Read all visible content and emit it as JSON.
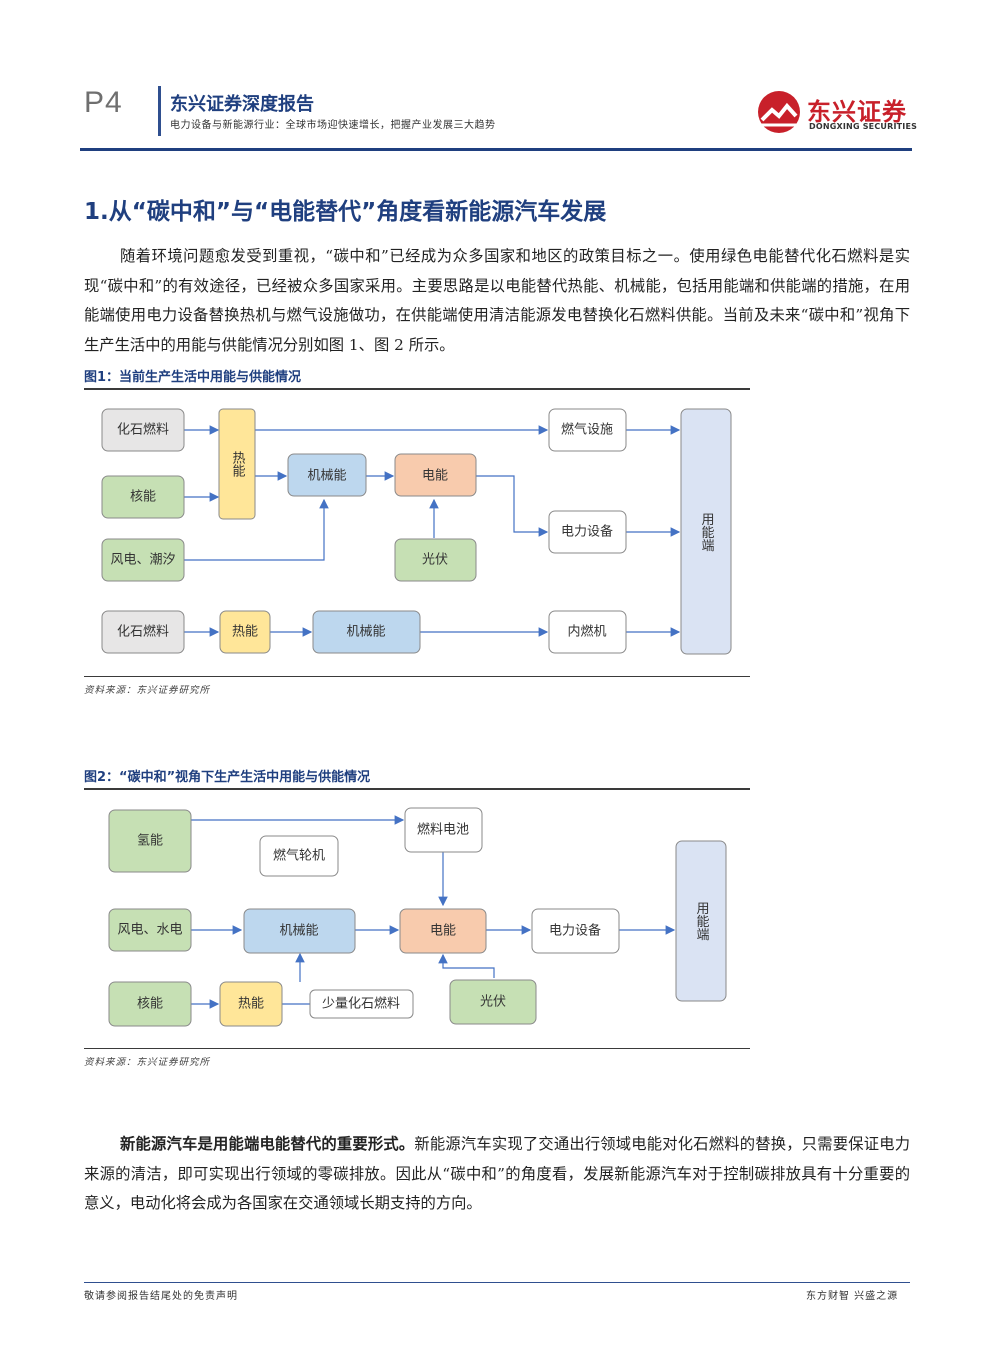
{
  "header": {
    "page": "P4",
    "title": "东兴证券深度报告",
    "subtitle": "电力设备与新能源行业：全球市场迎快速增长，把握产业发展三大趋势",
    "logo_name": "东兴证券",
    "logo_en": "DONGXING SECURITIES"
  },
  "section_title": "1.从“碳中和”与“电能替代”角度看新能源汽车发展",
  "paragraph1": "随着环境问题愈发受到重视，“碳中和”已经成为众多国家和地区的政策目标之一。使用绿色电能替代化石燃料是实现“碳中和”的有效途径，已经被众多国家采用。主要思路是以电能替代热能、机械能，包括用能端和供能端的措施，在用能端使用电力设备替换热机与燃气设施做功，在供能端使用清洁能源发电替换化石燃料供能。当前及未来“碳中和”视角下生产生活中的用能与供能情况分别如图 1、图 2 所示。",
  "figure1": {
    "caption": "图1：当前生产生活中用能与供能情况",
    "source": "资料来源：东兴证券研究所",
    "nodes": {
      "fossil1": "化石燃料",
      "nuclear": "核能",
      "wind_tide": "风电、潮汐",
      "thermal": "热能",
      "mechanical": "机械能",
      "electric": "电能",
      "pv": "光伏",
      "gas_facility": "燃气设施",
      "elec_equipment": "电力设备",
      "user_end": "用能端",
      "fossil2": "化石燃料",
      "thermal2": "热能",
      "mechanical2": "机械能",
      "ice": "内燃机"
    }
  },
  "figure2": {
    "caption": "图2：“碳中和”视角下生产生活中用能与供能情况",
    "source": "资料来源：东兴证券研究所",
    "nodes": {
      "hydrogen": "氢能",
      "gas_turbine": "燃气轮机",
      "fuel_cell": "燃料电池",
      "wind_hydro": "风电、水电",
      "mechanical": "机械能",
      "electric": "电能",
      "elec_equipment": "电力设备",
      "user_end": "用能端",
      "nuclear": "核能",
      "thermal": "热能",
      "small_fossil": "少量化石燃料",
      "pv": "光伏"
    }
  },
  "paragraph2_bold": "新能源汽车是用能端电能替代的重要形式。",
  "paragraph2_rest": "新能源汽车实现了交通出行领域电能对化石燃料的替换，只需要保证电力来源的清洁，即可实现出行领域的零碳排放。因此从“碳中和”的角度看，发展新能源汽车对于控制碳排放具有十分重要的意义，电动化将会成为各国家在交通领域长期支持的方向。",
  "footer": {
    "left": "敬请参阅报告结尾处的免责声明",
    "right": "东方财智 兴盛之源"
  },
  "colors": {
    "navy": "#1f3f7f",
    "logo_red": "#c8202a",
    "green_box": "#c6e0b4",
    "yellow_box": "#ffe699",
    "blue_box": "#bdd7ee",
    "orange_box": "#f8cbad",
    "grey_box": "#e7e6e6",
    "user_box": "#dae3f3",
    "arrow": "#4472c4"
  }
}
